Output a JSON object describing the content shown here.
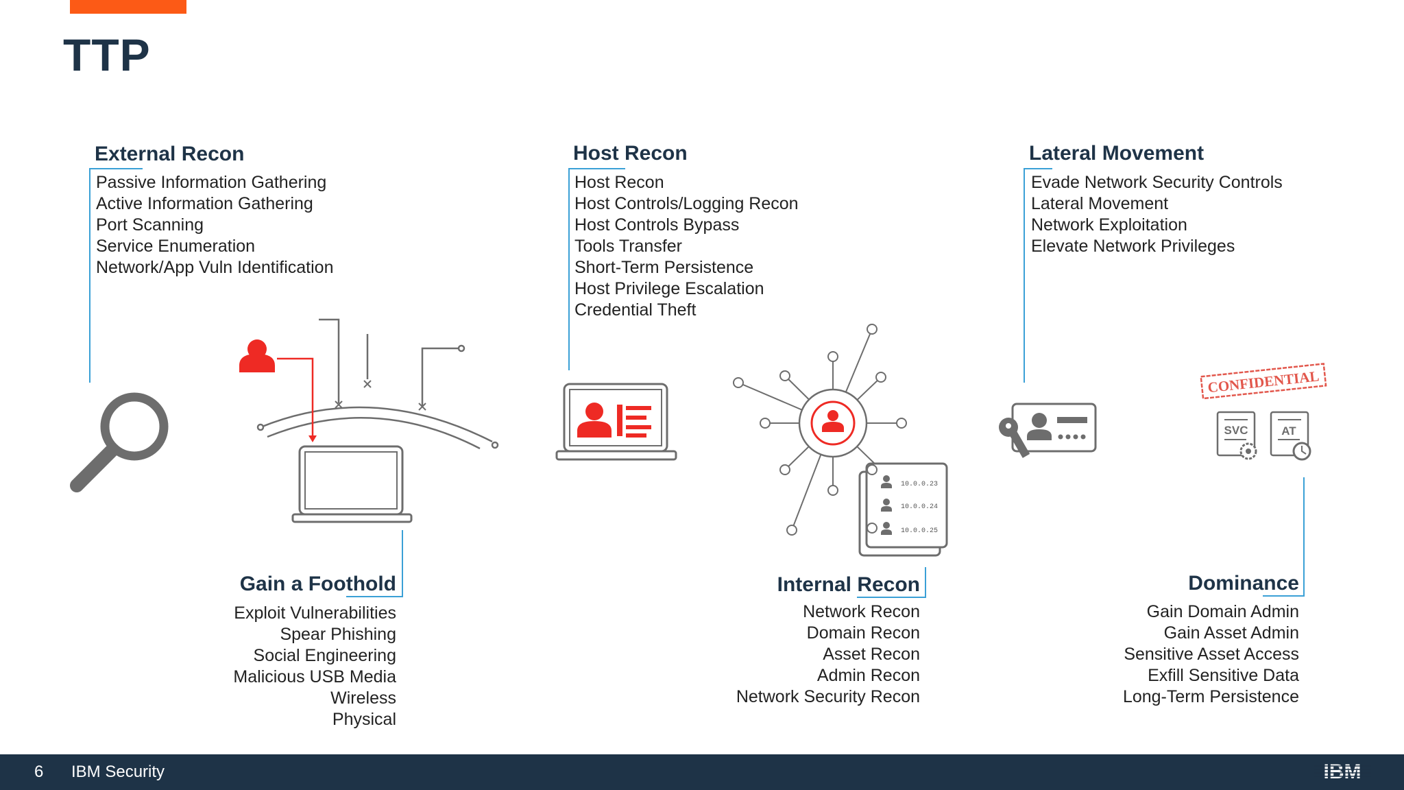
{
  "title": "TTP",
  "footer": {
    "page_number": "6",
    "brand": "IBM Security",
    "logo_text": "IBM"
  },
  "sections": {
    "external_recon": {
      "title": "External Recon",
      "items": [
        "Passive Information Gathering",
        "Active Information Gathering",
        "Port Scanning",
        "Service Enumeration",
        "Network/App Vuln Identification"
      ]
    },
    "host_recon": {
      "title": "Host Recon",
      "items": [
        "Host Recon",
        "Host Controls/Logging Recon",
        "Host Controls Bypass",
        "Tools Transfer",
        "Short-Term Persistence",
        "Host Privilege Escalation",
        "Credential Theft"
      ]
    },
    "lateral_movement": {
      "title": "Lateral Movement",
      "items": [
        "Evade Network Security Controls",
        "Lateral Movement",
        "Network Exploitation",
        "Elevate Network Privileges"
      ]
    },
    "gain_foothold": {
      "title": "Gain a Foothold",
      "items": [
        "Exploit Vulnerabilities",
        "Spear Phishing",
        "Social Engineering",
        "Malicious USB Media",
        "Wireless",
        "Physical"
      ]
    },
    "internal_recon": {
      "title": "Internal Recon",
      "items": [
        "Network Recon",
        "Domain Recon",
        "Asset Recon",
        "Admin Recon",
        "Network Security Recon"
      ]
    },
    "dominance": {
      "title": "Dominance",
      "items": [
        "Gain Domain Admin",
        "Gain Asset Admin",
        "Sensitive Asset Access",
        "Exfill Sensitive Data",
        "Long-Term Persistence"
      ]
    }
  },
  "illustrations": {
    "ip_list": [
      "10.0.0.23",
      "10.0.0.24",
      "10.0.0.25"
    ],
    "stamp_text": "CONFIDENTIAL",
    "badge_svc": "SVC",
    "badge_at": "AT"
  },
  "colors": {
    "accent": "#fc5a16",
    "navy": "#1e3347",
    "red": "#ee2a24",
    "blue_line": "#3aa0d6",
    "icon_gray": "#6d6d6d"
  }
}
